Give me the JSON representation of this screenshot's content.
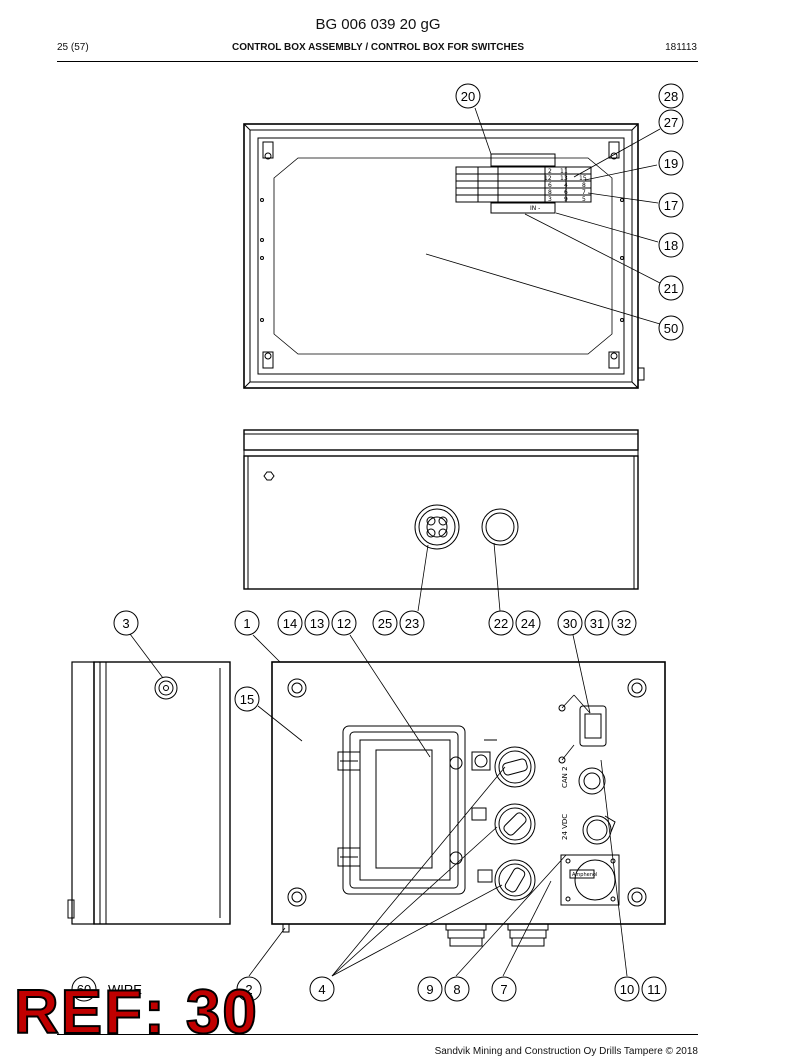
{
  "header": {
    "doc_code": "BG 006 039 20 gG",
    "page": "25 (57)",
    "title": "CONTROL BOX ASSEMBLY / CONTROL BOX FOR SWITCHES",
    "date_code": "181113"
  },
  "footer": {
    "copyright": "Sandvik Mining and Construction Oy Drills Tampere © 2018"
  },
  "stamp": {
    "text": "REF: 30",
    "color": "#c00000"
  },
  "wire_label": "WIRE",
  "panel_labels": {
    "can": "CAN 2",
    "voltage": "24 VDC",
    "brand": "Amphenol"
  },
  "callouts": [
    "20",
    "28",
    "27",
    "19",
    "17",
    "18",
    "21",
    "50",
    "3",
    "1",
    "14",
    "13",
    "12",
    "25",
    "23",
    "22",
    "24",
    "30",
    "31",
    "32",
    "15",
    "60",
    "2",
    "4",
    "9",
    "8",
    "7",
    "10",
    "11"
  ]
}
